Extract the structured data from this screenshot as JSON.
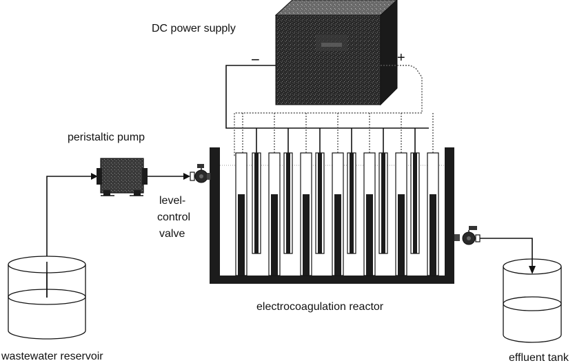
{
  "labels": {
    "power_supply": "DC power supply",
    "pump": "peristaltic pump",
    "valve_line1": "level-",
    "valve_line2": "control",
    "valve_line3": "valve",
    "reactor": "electrocoagulation reactor",
    "reservoir": "wastewater reservoir",
    "effluent": "effluent tank"
  },
  "terminals": {
    "negative": "−",
    "positive": "+"
  },
  "icons": {
    "pump": "pump-icon",
    "valve": "valve-icon",
    "container": "cylinder-icon"
  },
  "colors": {
    "ink": "#111111",
    "plate_dark": "#1c1c1c",
    "power_box": "#2a2a2a",
    "dotted_wire": "#555555"
  }
}
